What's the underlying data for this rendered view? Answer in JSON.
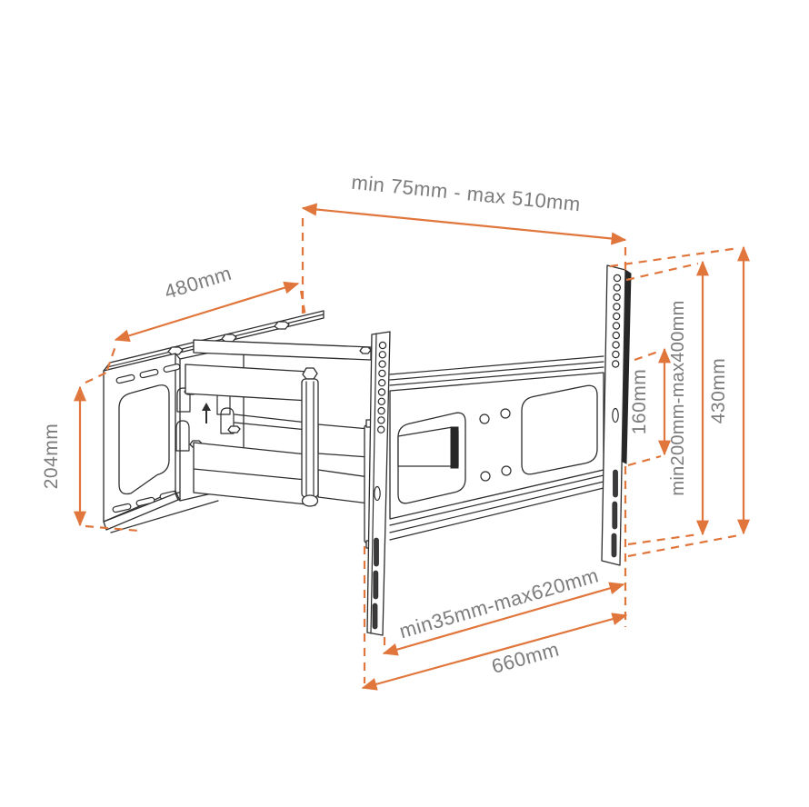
{
  "diagram": {
    "title": "tv-wall-mount-technical-drawing",
    "accent_color": "#E0763C",
    "label_color": "#7C7C7C",
    "dimensions": {
      "top_span": "min 75mm - max 510mm",
      "wall_plate_width": "480mm",
      "wall_plate_height": "204mm",
      "vesa_hole_span": "160mm",
      "vesa_range": "min200mm-max400mm",
      "bracket_height": "430mm",
      "bottom_range": "min35mm-max620mm",
      "bottom_width": "660mm"
    }
  }
}
